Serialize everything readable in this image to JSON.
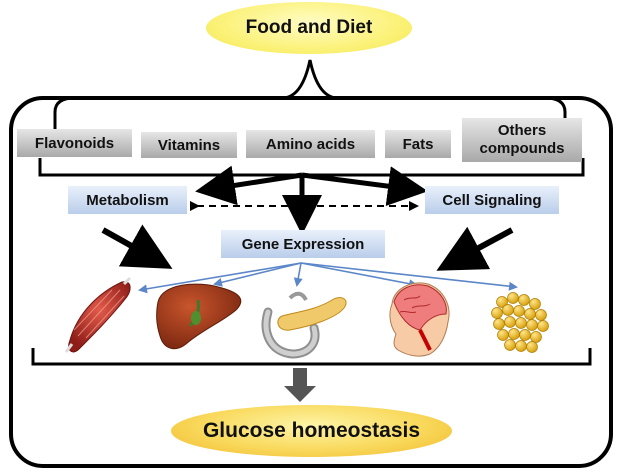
{
  "title": "Food and Diet",
  "compounds": [
    "Flavonoids",
    "Vitamins",
    "Amino acids",
    "Fats",
    "Others compounds"
  ],
  "processes": {
    "metabolism": "Metabolism",
    "cell_signaling": "Cell Signaling",
    "gene_expression": "Gene Expression"
  },
  "organs": [
    {
      "name": "muscle",
      "icon": "muscle-icon"
    },
    {
      "name": "liver",
      "icon": "liver-icon"
    },
    {
      "name": "pancreas",
      "icon": "pancreas-icon"
    },
    {
      "name": "brain",
      "icon": "brain-icon"
    },
    {
      "name": "adipose-tissue",
      "icon": "fat-cells-icon"
    }
  ],
  "outcome": "Glucose homeostasis",
  "colors": {
    "yellow": "#fbf27a",
    "orange": "#f0b82a",
    "grey_box": "#bdbdbd",
    "blue_box": "#c9d9f0",
    "blue_arrow": "#5b86c8"
  }
}
